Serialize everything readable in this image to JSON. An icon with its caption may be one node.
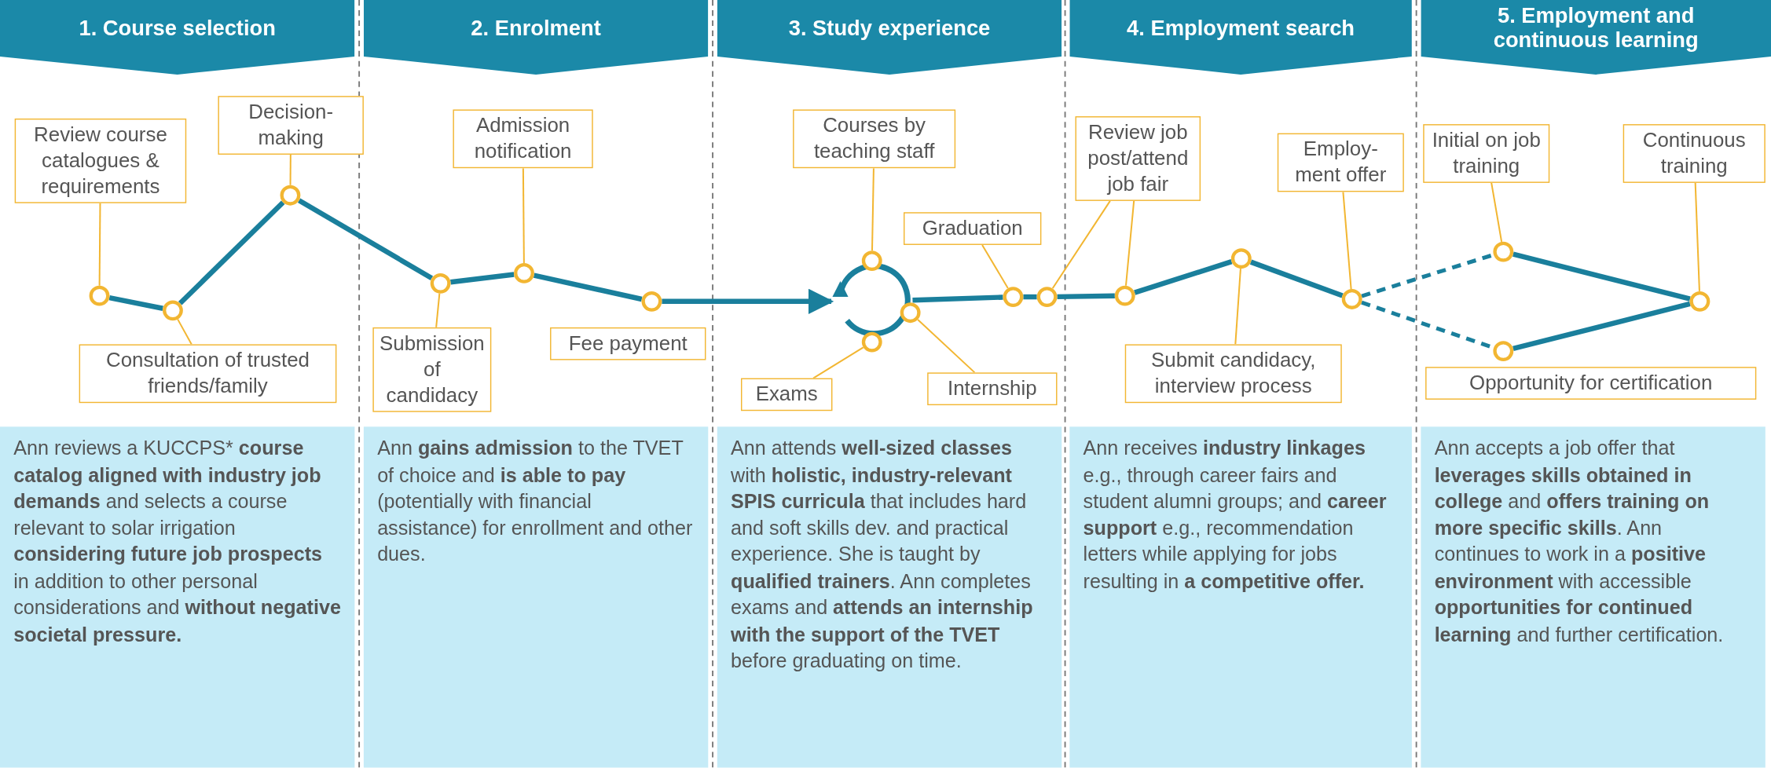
{
  "diagram": {
    "nodes": [
      {
        "text": [
          "1.  Course selection"
        ]
      },
      {
        "text": [
          "2.  Enrolment"
        ]
      },
      {
        "text": [
          "3.  Study experience"
        ]
      },
      {
        "text": [
          "4.  Employment search"
        ]
      },
      {
        "text": [
          "5.  Employment and continuous learning"
        ]
      },
      {
        "text": [
          "Review course catalogues & requirements"
        ]
      },
      {
        "text": [
          "Decision-making"
        ]
      },
      {
        "text": [
          "Consultation of trusted friends/family"
        ]
      },
      {
        "text": [],
        "shape": "circle"
      },
      {
        "text": [],
        "shape": "circle"
      },
      {
        "text": [],
        "shape": "circle"
      },
      {
        "text": [
          "Submission of candidacy"
        ]
      },
      {
        "text": [
          "Admission notification"
        ]
      },
      {
        "text": [
          "Fee payment"
        ]
      },
      {
        "text": [],
        "shape": "circle"
      },
      {
        "text": [],
        "shape": "circle"
      },
      {
        "text": [],
        "shape": "circle"
      },
      {
        "text": [
          "Courses by teaching staff"
        ]
      },
      {
        "text": [
          "Graduation"
        ]
      },
      {
        "text": [
          "Exams"
        ]
      },
      {
        "text": [
          "Internship"
        ]
      },
      {
        "text": [],
        "shape": "circle"
      },
      {
        "text": [],
        "shape": "circle"
      },
      {
        "text": [],
        "shape": "circle"
      },
      {
        "text": [],
        "shape": "circle"
      },
      {
        "text": [],
        "shape": "circle"
      },
      {
        "text": [],
        "shape": "circle"
      },
      {
        "text": [
          "Review job post/attend job fair"
        ]
      },
      {
        "text": [
          "Employ-ment offer"
        ]
      },
      {
        "text": [
          "Submit candidacy, interview process"
        ]
      },
      {
        "text": [],
        "shape": "circle"
      },
      {
        "text": [],
        "shape": "circle"
      },
      {
        "text": [],
        "shape": "circle"
      },
      {
        "text": [
          "Initial on job training"
        ]
      },
      {
        "text": [
          "Continuous training"
        ]
      },
      {
        "text": [
          "Opportunity for certification"
        ]
      },
      {
        "text": [],
        "shape": "circle"
      },
      {
        "text": [],
        "shape": "circle"
      },
      {
        "text": [],
        "shape": "circle"
      },
      {
        "text": [
          "Ann reviews a KUCCPS* **course catalog aligned with industry job demands** and selects a course relevant to solar irrigation **considering future job prospects** in addition to other personal considerations and **without negative societal pressure.**"
        ]
      },
      {
        "text": [
          "Ann **gains admission** to the TVET of choice and **is able to pay** (potentially with financial assistance) for enrollment and other dues."
        ]
      },
      {
        "text": [
          "Ann attends **well-sized classes** with **holistic, industry-relevant SPIS curricula** that includes hard and soft skills dev. and practical experience. She is taught by **qualified trainers**. Ann completes exams and **attends an internship with the support of the TVET** before graduating on time."
        ]
      },
      {
        "text": [
          "Ann receives **industry linkages** e.g., through career fairs and student alumni groups; and **career support** e.g., recommendation letters while applying for jobs resulting in **a competitive offer.**"
        ]
      },
      {
        "text": [
          "Ann accepts a job offer that **leverages skills obtained in college** and **offers training on more specific skills**. Ann continues to work in a **positive environment** with accessible **opportunities for continued learning** and further certification."
        ]
      }
    ],
    "edges": [
      {
        "from": 8,
        "to": 9,
        "arrow": "none",
        "style": "thick"
      },
      {
        "from": 9,
        "to": 10,
        "arrow": "none",
        "style": "thick"
      },
      {
        "from": 10,
        "to": 14,
        "arrow": "none",
        "style": "thick"
      },
      {
        "from": 14,
        "to": 15,
        "arrow": "none",
        "style": "thick"
      },
      {
        "from": 15,
        "to": 16,
        "arrow": "none",
        "style": "thick"
      },
      {
        "from": 16,
        "to": 21,
        "arrow": "to",
        "style": "thick"
      },
      {
        "from": 21,
        "to": 25,
        "arrow": "none",
        "style": "thick"
      },
      {
        "from": 25,
        "to": 26,
        "arrow": "none",
        "style": "thick"
      },
      {
        "from": 26,
        "to": 30,
        "arrow": "none",
        "style": "thick"
      },
      {
        "from": 30,
        "to": 31,
        "arrow": "none",
        "style": "thick"
      },
      {
        "from": 31,
        "to": 32,
        "arrow": "none",
        "style": "thick"
      },
      {
        "from": 32,
        "to": 36,
        "arrow": "none",
        "style": "dashed"
      },
      {
        "from": 32,
        "to": 37,
        "arrow": "none",
        "style": "dashed"
      },
      {
        "from": 36,
        "to": 38,
        "arrow": "none",
        "style": "thick"
      },
      {
        "from": 37,
        "to": 38,
        "arrow": "none",
        "style": "thick"
      },
      {
        "from": 5,
        "to": 8,
        "arrow": "none",
        "color": "#f2b632"
      },
      {
        "from": 6,
        "to": 10,
        "arrow": "none",
        "color": "#f2b632"
      },
      {
        "from": 7,
        "to": 9,
        "arrow": "none",
        "color": "#f2b632"
      },
      {
        "from": 11,
        "to": 14,
        "arrow": "none",
        "color": "#f2b632"
      },
      {
        "from": 12,
        "to": 15,
        "arrow": "none",
        "color": "#f2b632"
      },
      {
        "from": 17,
        "to": 22,
        "arrow": "none",
        "color": "#f2b632"
      },
      {
        "from": 18,
        "to": 25,
        "arrow": "none",
        "color": "#f2b632"
      },
      {
        "from": 19,
        "to": 24,
        "arrow": "none",
        "color": "#f2b632"
      },
      {
        "from": 20,
        "to": 23,
        "arrow": "none",
        "color": "#f2b632"
      },
      {
        "from": 27,
        "to": 26,
        "arrow": "none",
        "color": "#f2b632"
      },
      {
        "from": 27,
        "to": 30,
        "arrow": "none",
        "color": "#f2b632"
      },
      {
        "from": 28,
        "to": 32,
        "arrow": "none",
        "color": "#f2b632"
      },
      {
        "from": 29,
        "to": 31,
        "arrow": "none",
        "color": "#f2b632"
      },
      {
        "from": 33,
        "to": 36,
        "arrow": "none",
        "color": "#f2b632"
      },
      {
        "from": 34,
        "to": 38,
        "arrow": "none",
        "color": "#f2b632"
      }
    ]
  }
}
